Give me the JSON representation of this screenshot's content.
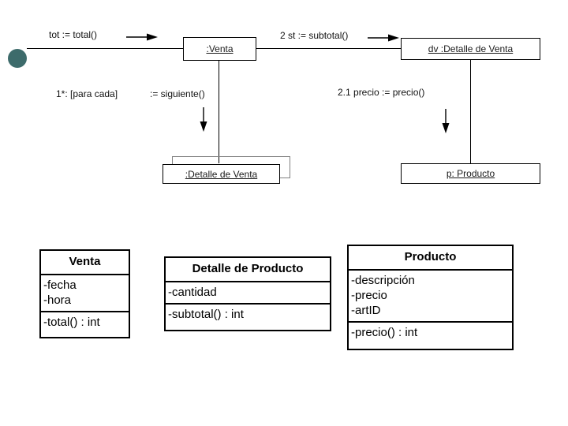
{
  "diagram": {
    "title": "UML collaboration and class diagram",
    "colors": {
      "actor_dot": "#3d6b6b",
      "line": "#000000",
      "shadow_outline": "#808080",
      "background": "#ffffff"
    },
    "collaboration": {
      "objects": [
        {
          "id": "venta",
          "label": ":Venta"
        },
        {
          "id": "dv",
          "label": "dv :Detalle de Venta"
        },
        {
          "id": "detalleventa",
          "label": ":Detalle de Venta"
        },
        {
          "id": "producto",
          "label": "p: Producto"
        }
      ],
      "messages": [
        {
          "id": "m1",
          "label": "tot := total()"
        },
        {
          "id": "m2",
          "label": "2 st := subtotal()"
        },
        {
          "id": "m3",
          "label": "1*: [para cada]"
        },
        {
          "id": "m4",
          "label": ":= siguiente()"
        },
        {
          "id": "m5",
          "label": "2.1 precio := precio()"
        }
      ]
    },
    "classes": [
      {
        "id": "venta",
        "name": "Venta",
        "attributes": [
          "-fecha",
          "-hora"
        ],
        "operations": [
          "-total() : int"
        ]
      },
      {
        "id": "detalle-de-producto",
        "name": "Detalle de Producto",
        "attributes": [
          "-cantidad"
        ],
        "operations": [
          "-subtotal() : int"
        ]
      },
      {
        "id": "producto",
        "name": "Producto",
        "attributes": [
          "-descripción",
          "-precio",
          "-artID"
        ],
        "operations": [
          "-precio() : int"
        ]
      }
    ]
  }
}
